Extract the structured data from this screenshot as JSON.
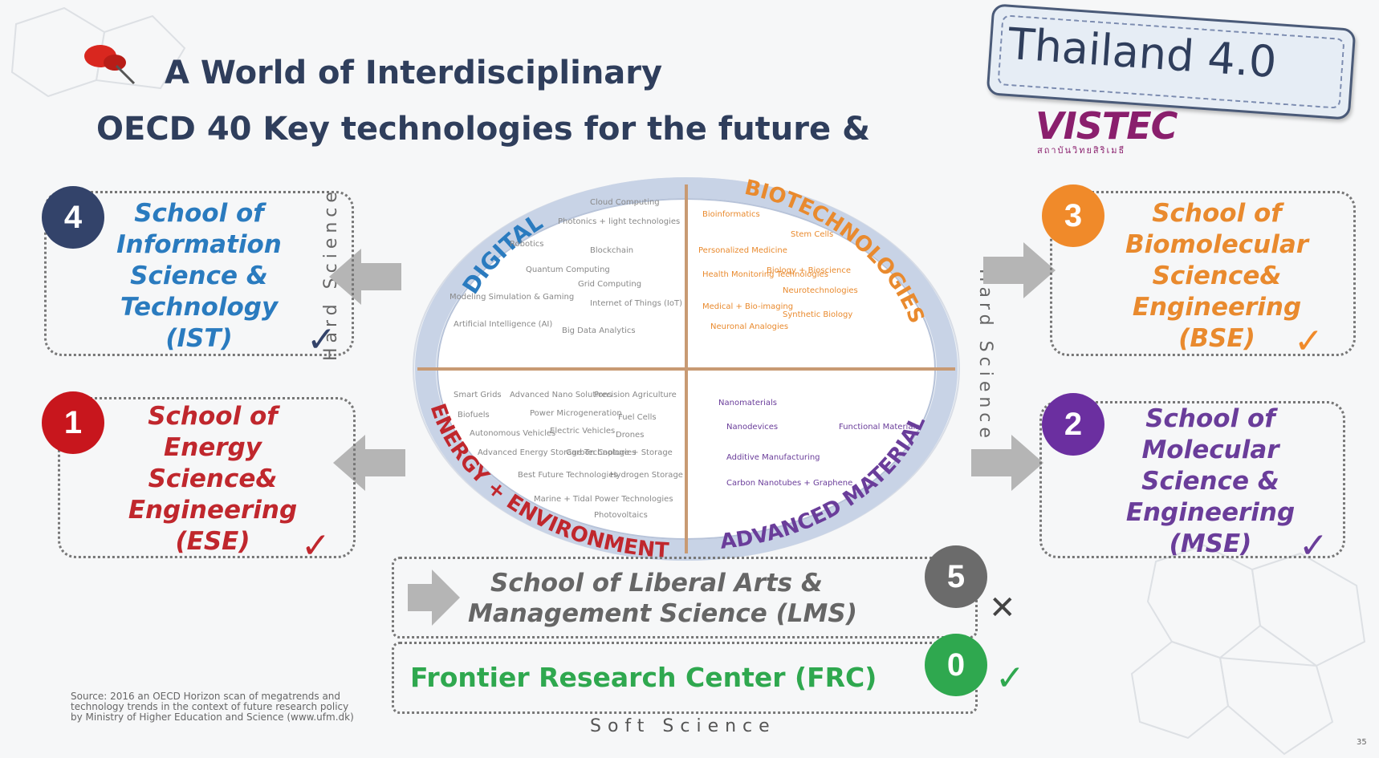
{
  "header": {
    "title_line1": "A World of Interdisciplinary",
    "title_line2": "OECD 40 Key technologies for the future &",
    "vistec_logo": "VISTEC",
    "vistec_sub": "สถาบันวิทยสิริเมธี",
    "badge": "Thailand 4.0"
  },
  "schools": {
    "ist": {
      "number": "4",
      "lines": [
        "School of",
        "Information",
        "Science &",
        "Technology",
        "(IST)"
      ],
      "color": "#2a7bbf",
      "num_color": "#33436a",
      "check": "✓"
    },
    "bse": {
      "number": "3",
      "lines": [
        "School of",
        "Biomolecular",
        "Science&",
        "Engineering",
        "(BSE)"
      ],
      "color": "#e98a2e",
      "num_color": "#f08a2a",
      "check": "✓"
    },
    "ese": {
      "number": "1",
      "lines": [
        "School of",
        "Energy",
        "Science&",
        "Engineering",
        "(ESE)"
      ],
      "color": "#c0272d",
      "num_color": "#c8161d",
      "check": "✓"
    },
    "mse": {
      "number": "2",
      "lines": [
        "School of",
        "Molecular",
        "Science &",
        "Engineering",
        "(MSE)"
      ],
      "color": "#6a3d9a",
      "num_color": "#6b2fa0",
      "check": "✓"
    },
    "lms": {
      "number": "5",
      "line1": "School of Liberal Arts &",
      "line2": "Management Science (LMS)",
      "num_color": "#6b6b6b",
      "mark": "✕"
    },
    "frc": {
      "number": "0",
      "label": "Frontier Research Center (FRC)",
      "num_color": "#2fa84f",
      "check": "✓"
    }
  },
  "wheel": {
    "quadrants": {
      "digital": "DIGITAL",
      "biotech": "BIOTECHNOLOGIES",
      "energy": "ENERGY + ENVIRONMENT",
      "material": "ADVANCED MATERIAL"
    },
    "digital_items": [
      "Cloud Computing",
      "Photonics + light technologies",
      "Robotics",
      "Blockchain",
      "Quantum Computing",
      "Grid Computing",
      "Modeling Simulation & Gaming",
      "Internet of Things (IoT)",
      "Artificial Intelligence (AI)",
      "Big Data Analytics"
    ],
    "bio_items": [
      "Bioinformatics",
      "Stem Cells",
      "Personalized Medicine",
      "Health Monitoring Technologies",
      "Biology + Bioscience",
      "Neurotechnologies",
      "Medical + Bio-imaging",
      "Synthetic Biology",
      "Neuronal Analogies"
    ],
    "energy_items": [
      "Smart Grids",
      "Advanced Nano Solutions",
      "Precision Agriculture",
      "Biofuels",
      "Power Microgeneration",
      "Fuel Cells",
      "Autonomous Vehicles",
      "Electric Vehicles",
      "Drones",
      "Advanced Energy Storage Technologies",
      "Carbon Capture + Storage",
      "Best Future Technologies",
      "Hydrogen Storage",
      "Marine + Tidal Power Technologies",
      "Photovoltaics"
    ],
    "material_items": [
      "Nanomaterials",
      "Nanodevices",
      "Functional Materials",
      "Additive Manufacturing",
      "Carbon Nanotubes + Graphene"
    ]
  },
  "labels": {
    "hard_science": "Hard Science",
    "soft_science": "Soft Science"
  },
  "footer": {
    "source": "Source: 2016 an OECD Horizon scan of megatrends and technology trends in the context of future research policy by Ministry of Higher Education and Science (www.ufm.dk)",
    "page": "35"
  }
}
